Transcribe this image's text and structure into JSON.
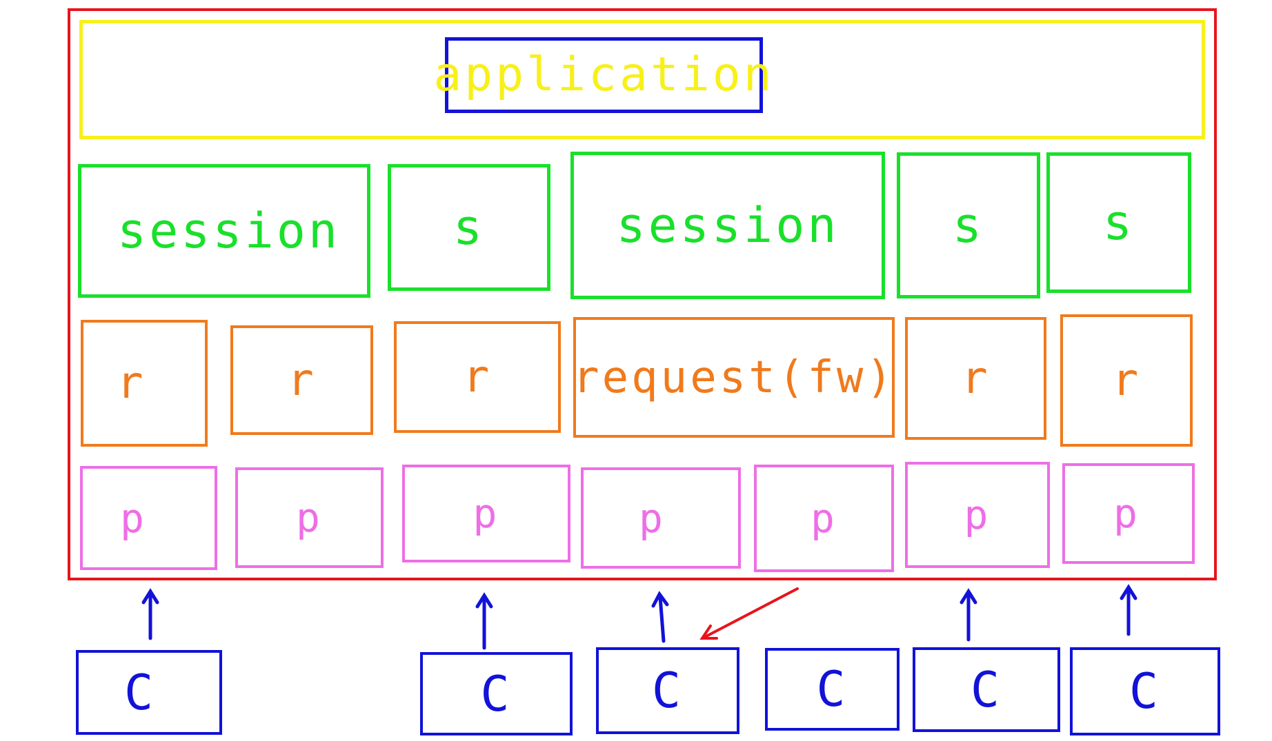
{
  "colors": {
    "outer": "#e8141c",
    "application": "#f7f01a",
    "session": "#19e02a",
    "request": "#f07a1c",
    "page": "#ee6ee6",
    "client": "#1212d8",
    "forward_arrow": "#e8141c"
  },
  "application": {
    "label": "application"
  },
  "sessions": [
    {
      "label": "session"
    },
    {
      "label": "s"
    },
    {
      "label": "session"
    },
    {
      "label": "s"
    },
    {
      "label": "s"
    }
  ],
  "requests": [
    {
      "label": "r"
    },
    {
      "label": "r"
    },
    {
      "label": "r"
    },
    {
      "label": "request(fw)"
    },
    {
      "label": "r"
    },
    {
      "label": "r"
    }
  ],
  "pages": [
    {
      "label": "p"
    },
    {
      "label": "p"
    },
    {
      "label": "p"
    },
    {
      "label": "p"
    },
    {
      "label": "p"
    },
    {
      "label": "p"
    },
    {
      "label": "p"
    }
  ],
  "clients": [
    {
      "label": "C"
    },
    {
      "label": "C"
    },
    {
      "label": "C"
    },
    {
      "label": "C"
    },
    {
      "label": "C"
    },
    {
      "label": "C"
    }
  ]
}
